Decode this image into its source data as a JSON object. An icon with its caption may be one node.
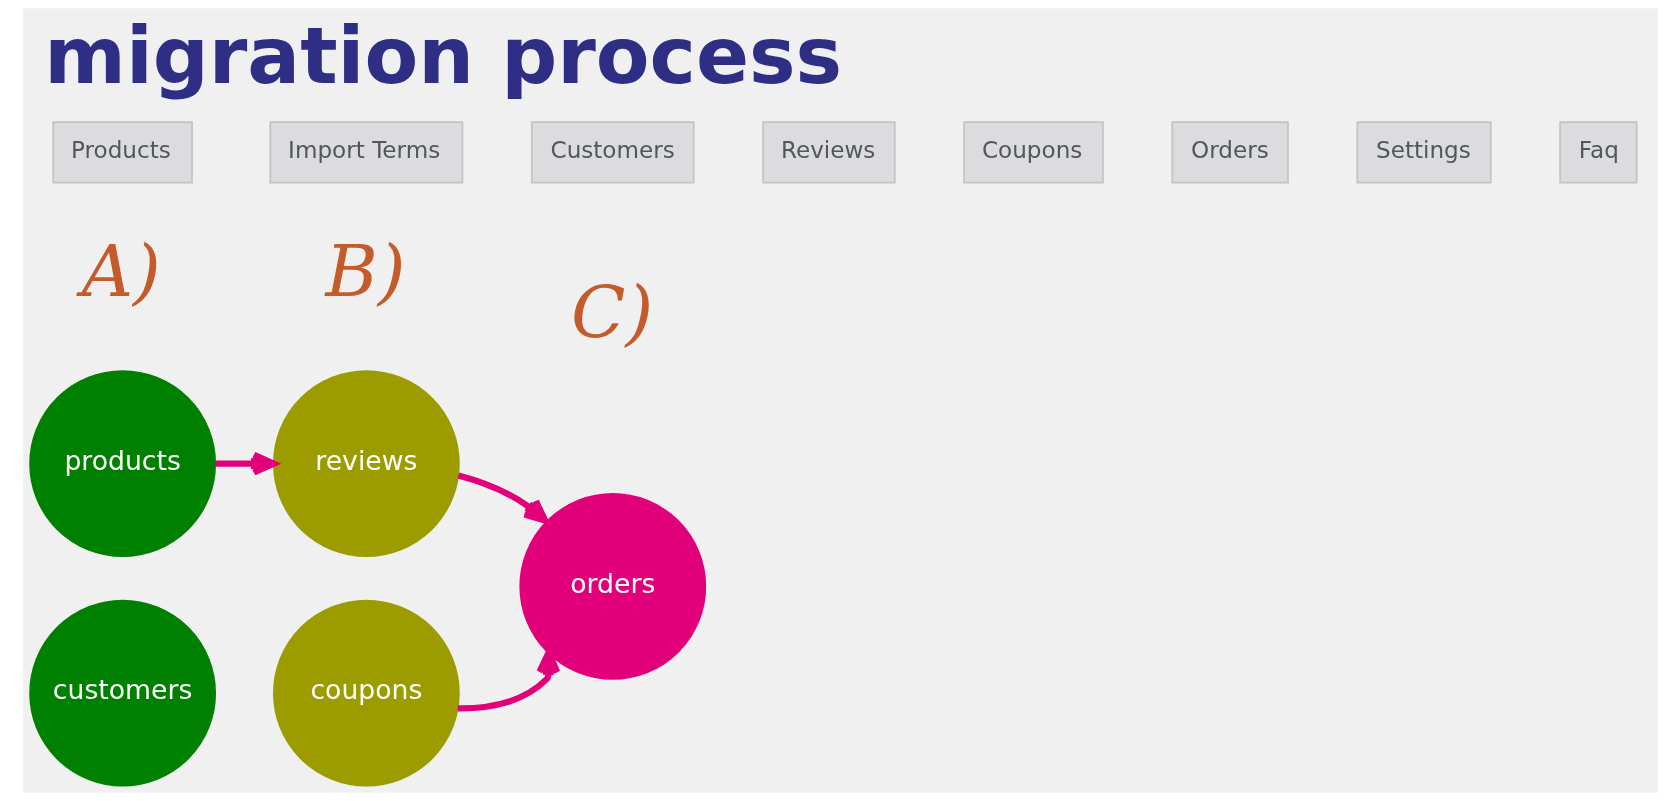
{
  "diagram": {
    "title": "migration process",
    "nodes": [
      {
        "text": [
          "products"
        ]
      },
      {
        "text": [
          "customers"
        ]
      },
      {
        "text": [
          "reviews"
        ]
      },
      {
        "text": [
          "coupons"
        ]
      },
      {
        "text": [
          "orders"
        ]
      }
    ],
    "edges": [
      {
        "from": 0,
        "to": 2,
        "arrow": "to"
      },
      {
        "from": 2,
        "to": 4,
        "arrow": "to"
      },
      {
        "from": 3,
        "to": 4,
        "arrow": "to"
      }
    ],
    "labels": [
      "Products",
      "Import Terms",
      "Customers",
      "Reviews",
      "Coupons",
      "Orders",
      "Settings",
      "Faq",
      "A)",
      "B)",
      "C)"
    ]
  }
}
